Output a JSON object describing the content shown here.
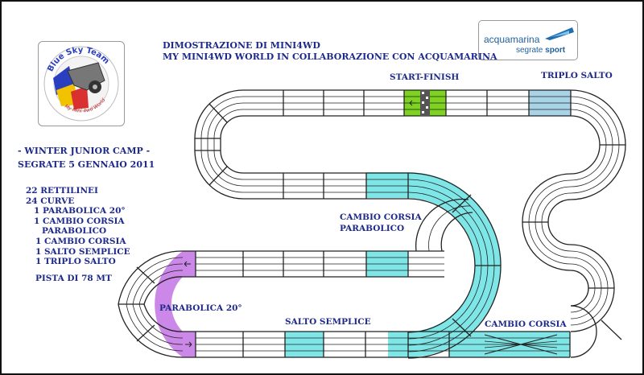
{
  "header": {
    "line1": "DIMOSTRAZIONE DI MINI4WD",
    "line2": "MY MINI4WD WORLD IN COLLABORAZIONE CON ACQUAMARINA"
  },
  "logo_left": {
    "ring_top": "Blue Sky Team",
    "ring_bottom": "My Mini 4wd World"
  },
  "logo_right": {
    "word1": "acquamarina",
    "word2": "segrate",
    "word3": "sport"
  },
  "event": {
    "line1": "- WINTER JUNIOR CAMP -",
    "line2": "SEGRATE 5 GENNAIO 2011"
  },
  "stats": {
    "rettilinei": "22 RETTILINEI",
    "curve": "24 CURVE",
    "parabolica": "1 PARABOLICA 20°",
    "cambio_parab_a": "1 CAMBIO CORSIA",
    "cambio_parab_b": "PARABOLICO",
    "cambio": "1 CAMBIO CORSIA",
    "salto": "1 SALTO SEMPLICE",
    "triplo": "1 TRIPLO SALTO",
    "pista": "PISTA DI 78 MT"
  },
  "labels": {
    "start": "START-FINISH",
    "triplo": "TRIPLO SALTO",
    "cambio_parab_a": "CAMBIO CORSIA",
    "cambio_parab_b": "PARABOLICO",
    "parabolica": "PARABOLICA 20°",
    "salto": "SALTO SEMPLICE",
    "cambio": "CAMBIO CORSIA"
  },
  "colors": {
    "text": "#1e2a8a",
    "start_finish": "#7ed321",
    "triplo_salto": "#a9d4e8",
    "cambio_corsia": "#7ee6e6",
    "parabolica": "#cc88e8",
    "track_line": "#222222"
  }
}
